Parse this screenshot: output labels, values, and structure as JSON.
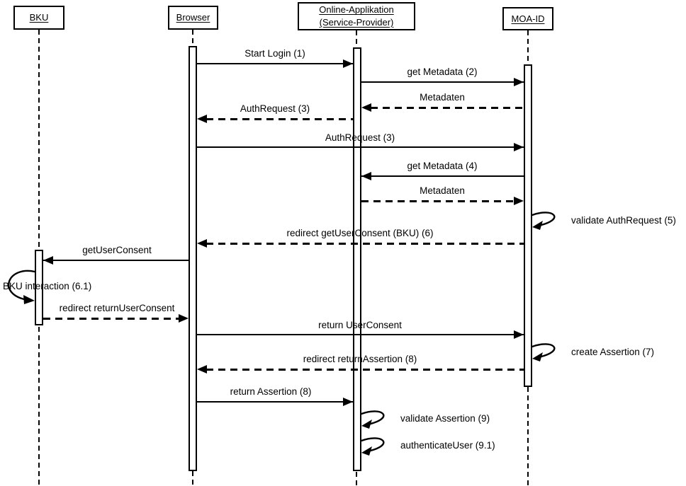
{
  "diagram": {
    "title_hint": "MOA-ID login sequence diagram",
    "colors": {
      "stroke": "#000000",
      "background": "#ffffff"
    },
    "actors": [
      {
        "label": "BKU"
      },
      {
        "label": "Browser"
      },
      {
        "label": "Online-Applikation (Service-Provider)"
      },
      {
        "label": "MOA-ID"
      }
    ],
    "messages": [
      {
        "label": "Start Login (1)",
        "from": "Browser",
        "to": "Online-Applikation (Service-Provider)",
        "style": "solid"
      },
      {
        "label": "get Metadata (2)",
        "from": "Online-Applikation (Service-Provider)",
        "to": "MOA-ID",
        "style": "solid"
      },
      {
        "label": "Metadaten",
        "from": "MOA-ID",
        "to": "Online-Applikation (Service-Provider)",
        "style": "dashed"
      },
      {
        "label": "AuthRequest (3)",
        "from": "Online-Applikation (Service-Provider)",
        "to": "Browser",
        "style": "dashed"
      },
      {
        "label": "AuthRequest (3)",
        "from": "Browser",
        "to": "MOA-ID",
        "style": "solid"
      },
      {
        "label": "get Metadata (4)",
        "from": "MOA-ID",
        "to": "Online-Applikation (Service-Provider)",
        "style": "solid"
      },
      {
        "label": "Metadaten",
        "from": "Online-Applikation (Service-Provider)",
        "to": "MOA-ID",
        "style": "dashed"
      },
      {
        "label": "validate AuthRequest (5)",
        "self": "MOA-ID",
        "style": "self-loop"
      },
      {
        "label": "redirect getUserConsent (BKU) (6)",
        "from": "MOA-ID",
        "to": "Browser",
        "style": "dashed"
      },
      {
        "label": "getUserConsent",
        "from": "Browser",
        "to": "BKU",
        "style": "solid"
      },
      {
        "label": "BKU interaction (6.1)",
        "self": "BKU",
        "style": "self-loop"
      },
      {
        "label": "redirect returnUserConsent",
        "from": "BKU",
        "to": "Browser",
        "style": "dashed"
      },
      {
        "label": "return UserConsent",
        "from": "Browser",
        "to": "MOA-ID",
        "style": "solid"
      },
      {
        "label": "create Assertion (7)",
        "self": "MOA-ID",
        "style": "self-loop"
      },
      {
        "label": "redirect returnAssertion (8)",
        "from": "MOA-ID",
        "to": "Browser",
        "style": "dashed"
      },
      {
        "label": "return Assertion (8)",
        "from": "Browser",
        "to": "Online-Applikation (Service-Provider)",
        "style": "solid"
      },
      {
        "label": "validate Assertion (9)",
        "self": "Online-Applikation (Service-Provider)",
        "style": "self-loop"
      },
      {
        "label": "authenticateUser (9.1)",
        "self": "Online-Applikation (Service-Provider)",
        "style": "self-loop"
      }
    ]
  }
}
